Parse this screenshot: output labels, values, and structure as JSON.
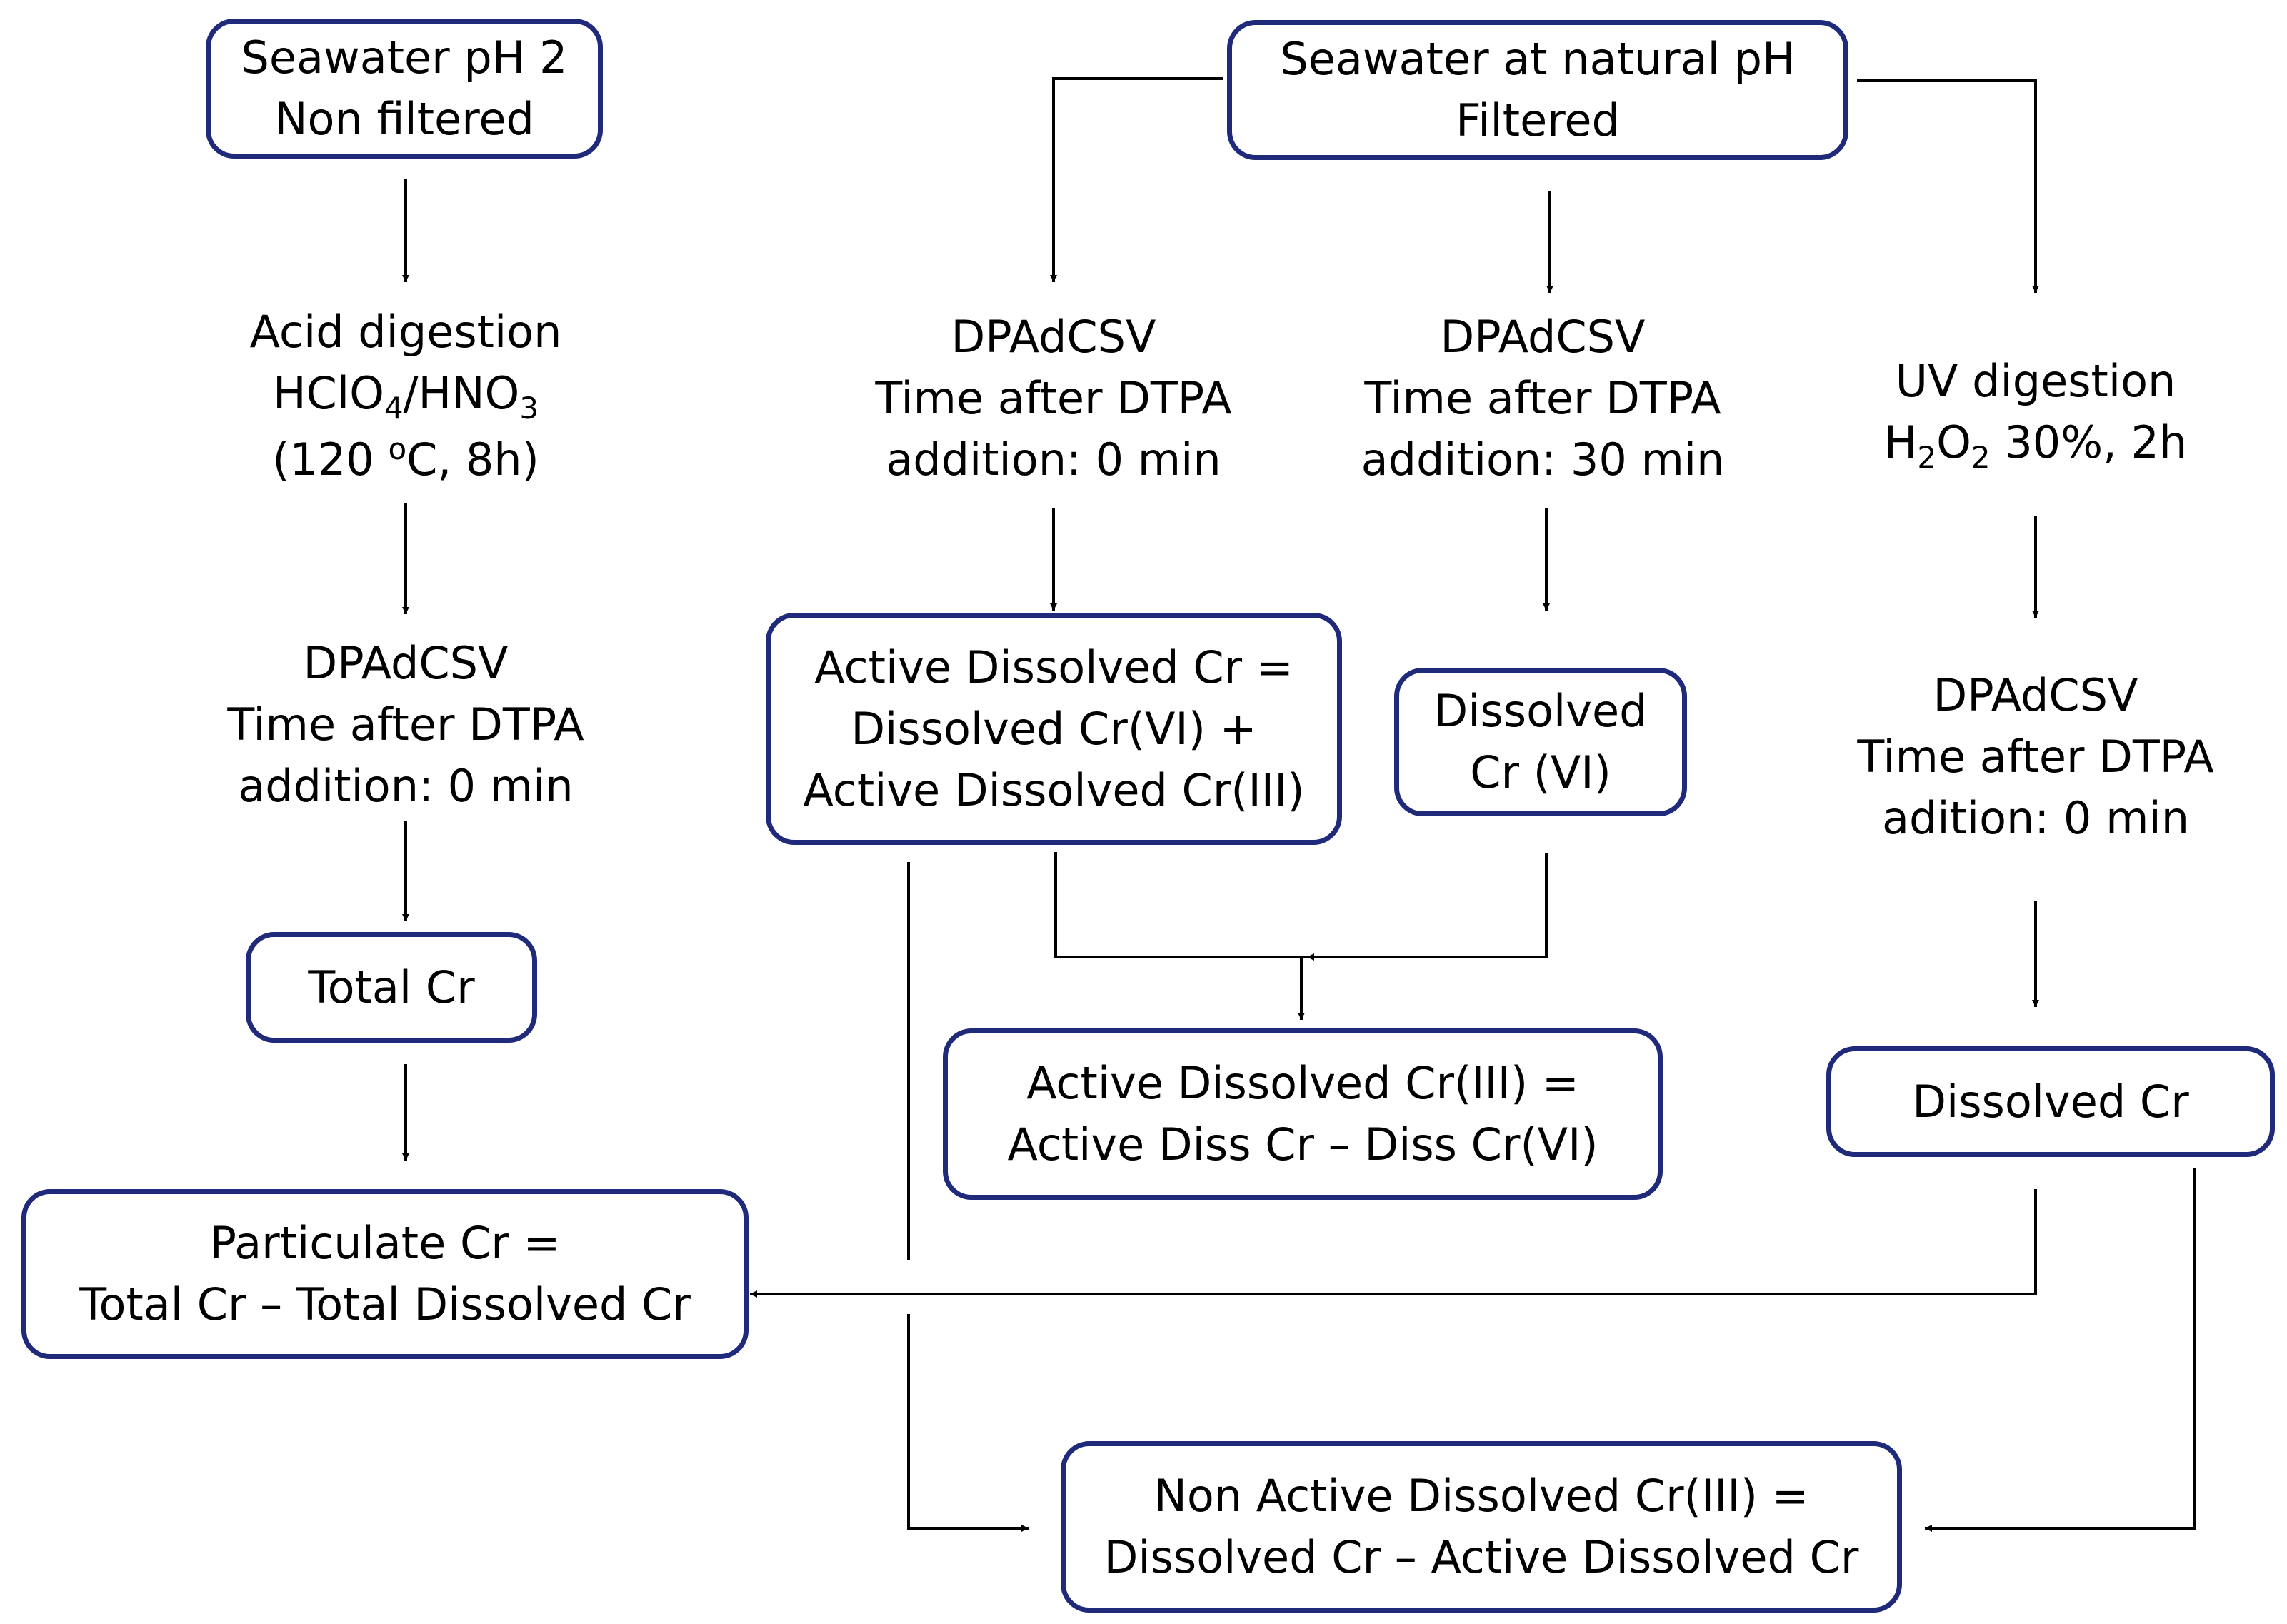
{
  "diagram": {
    "colors": {
      "box_border": "#1f2a7a",
      "line": "#000000",
      "background": "#ffffff"
    },
    "nodes": {
      "seawater_ph2": {
        "lines": [
          "Seawater pH 2",
          "Non filtered"
        ]
      },
      "seawater_natural": {
        "lines": [
          "Seawater at natural pH",
          "Filtered"
        ]
      },
      "acid_digestion": {
        "line1": "Acid digestion",
        "line2_a": "HClO",
        "line2_sub1": "4",
        "line2_b": "/HNO",
        "line2_sub2": "3",
        "line3_a": "(120 ",
        "line3_sup": "o",
        "line3_b": "C, 8h)"
      },
      "dpadcsv_left": {
        "lines": [
          "DPAdCSV",
          "Time after DTPA",
          "addition: 0 min"
        ]
      },
      "dpadcsv_0min": {
        "lines": [
          "DPAdCSV",
          "Time after DTPA",
          "addition: 0 min"
        ]
      },
      "dpadcsv_30min": {
        "lines": [
          "DPAdCSV",
          "Time after DTPA",
          "addition: 30 min"
        ]
      },
      "uv_digestion": {
        "line1": "UV digestion",
        "line2_a": "H",
        "line2_sub1": "2",
        "line2_b": "O",
        "line2_sub2": "2",
        "line2_c": " 30%, 2h"
      },
      "dpadcsv_right": {
        "lines": [
          "DPAdCSV",
          "Time after DTPA",
          "adition: 0 min"
        ]
      },
      "total_cr": {
        "lines": [
          "Total Cr"
        ]
      },
      "active_dissolved_cr": {
        "lines": [
          "Active Dissolved Cr =",
          "Dissolved Cr(VI) +",
          "Active Dissolved Cr(III)"
        ]
      },
      "dissolved_cr_vi": {
        "lines": [
          "Dissolved",
          "Cr (VI)"
        ]
      },
      "active_dissolved_cr_iii": {
        "lines": [
          "Active Dissolved Cr(III) =",
          "Active Diss Cr – Diss Cr(VI)"
        ]
      },
      "dissolved_cr": {
        "lines": [
          "Dissolved Cr"
        ]
      },
      "particulate_cr": {
        "lines": [
          "Particulate Cr =",
          "Total Cr – Total Dissolved Cr"
        ]
      },
      "non_active_dissolved_cr_iii": {
        "lines": [
          "Non Active Dissolved Cr(III) =",
          "Dissolved Cr – Active Dissolved Cr"
        ]
      }
    }
  }
}
